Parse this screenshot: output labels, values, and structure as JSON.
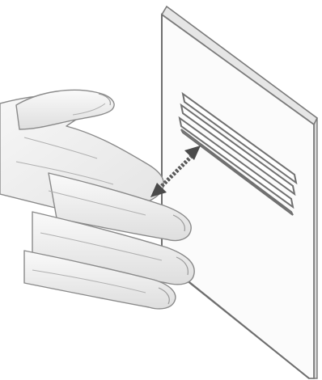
{
  "figure": {
    "elements": [
      "hand",
      "panel",
      "panel-slot-lines",
      "distance-double-arrow"
    ],
    "colors": {
      "panel_fill": "#f4f4f4",
      "panel_face": "#fbfbfb",
      "panel_edge": "#7a7a7a",
      "hand_fill": "#f1f1f1",
      "hand_line": "#8a8a8a",
      "arrow": "#5a5a5a"
    },
    "icons": {
      "arrow": "double-headed-dashed-arrow"
    }
  }
}
